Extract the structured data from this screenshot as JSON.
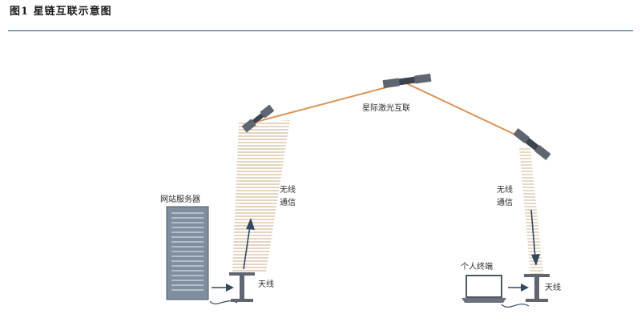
{
  "figure": {
    "title": "图1  星链互联示意图"
  },
  "labels": {
    "laser_link": "星际激光互联",
    "wireless_left_line1": "无线",
    "wireless_left_line2": "通信",
    "wireless_right_line1": "无线",
    "wireless_right_line2": "通信",
    "server": "网站服务器",
    "antenna_left": "天线",
    "antenna_right": "天线",
    "terminal": "个人终端"
  },
  "colors": {
    "laser": "#d9955a",
    "beam": "#c8a57c",
    "panel": "#5f6670",
    "server_fill": "#7f8f9f",
    "ink": "#2b2b2b"
  },
  "icons": [
    "satellite-icon",
    "server-icon",
    "antenna-icon",
    "laptop-icon"
  ]
}
